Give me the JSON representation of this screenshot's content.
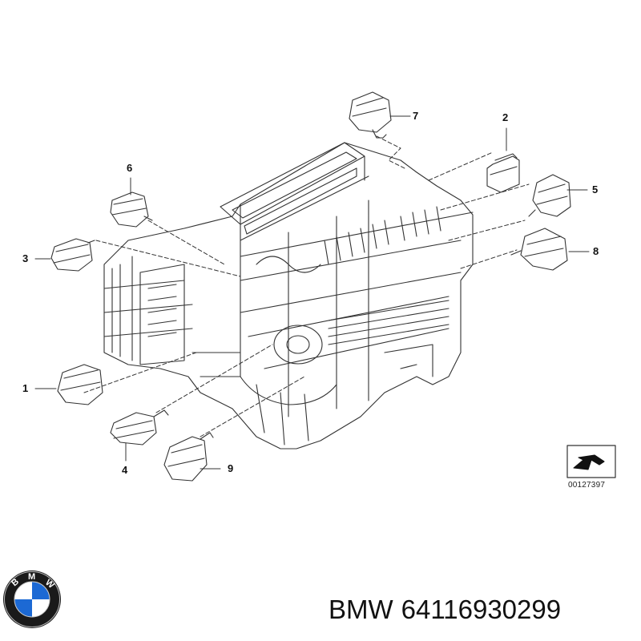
{
  "callouts": [
    "1",
    "2",
    "3",
    "4",
    "5",
    "6",
    "7",
    "8",
    "9"
  ],
  "document_id": "00127397",
  "brand": {
    "name": "BMW",
    "part_number": "64116930299",
    "logo_text": "BMW",
    "logo_colors": {
      "blue": "#1c69d4",
      "white": "#ffffff",
      "ring": "#1a1a1a"
    }
  }
}
